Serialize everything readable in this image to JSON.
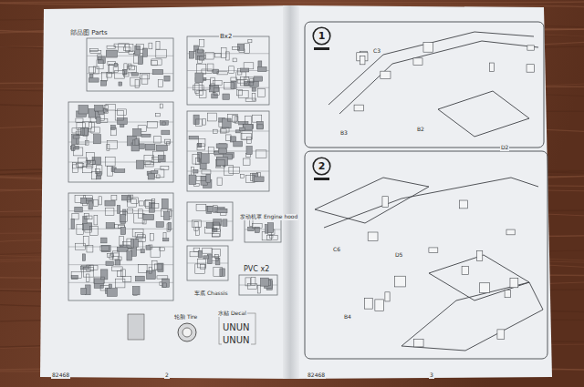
{
  "diagram": {
    "title": "部品图 Parts",
    "nodes": [
      {
        "text": [
          "1"
        ]
      },
      {
        "text": [
          "2"
        ]
      }
    ],
    "labels": [
      "Bx2",
      "发动机罩 Engine hood",
      "车底 Chassis",
      "PVC x2",
      "轮胎 Tire",
      "水贴 Decal",
      "UNUN",
      "UNUN",
      "2",
      "3",
      "82468",
      "82468",
      "C3",
      "B2",
      "B3",
      "D2",
      "C6",
      "D5",
      "B4"
    ]
  }
}
